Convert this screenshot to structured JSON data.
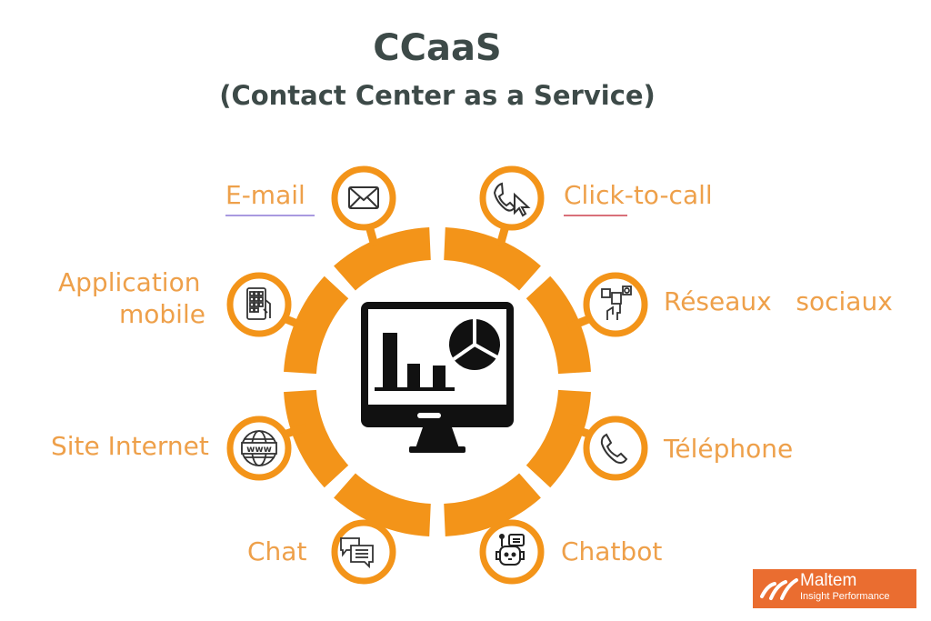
{
  "header": {
    "title": "CCaaS",
    "subtitle": "(Contact Center as a Service)"
  },
  "colors": {
    "ring": "#f39419",
    "label": "#eea04a",
    "title": "#3d4a48",
    "icon": "#333333",
    "email_underline": "#a99ae0",
    "click_underline": "#d9707a",
    "logo_bg": "#ea6d30"
  },
  "center": {
    "icon": "monitor-analytics-icon"
  },
  "channels": [
    {
      "id": "email",
      "label": "E-mail",
      "icon": "envelope-icon"
    },
    {
      "id": "click-to-call",
      "label": "Click-to-call",
      "icon": "phone-cursor-icon"
    },
    {
      "id": "mobile-app",
      "label_line1": "Application",
      "label_line2": "mobile",
      "icon": "smartphone-hand-icon"
    },
    {
      "id": "social",
      "label": "Réseaux   sociaux",
      "icon": "social-media-icon"
    },
    {
      "id": "website",
      "label": "Site Internet",
      "icon": "globe-www-icon"
    },
    {
      "id": "phone",
      "label": "Téléphone",
      "icon": "phone-icon"
    },
    {
      "id": "chat",
      "label": "Chat",
      "icon": "chat-bubbles-icon"
    },
    {
      "id": "chatbot",
      "label": "Chatbot",
      "icon": "robot-icon"
    }
  ],
  "logo": {
    "name": "Maltem",
    "tagline": "Insight Performance"
  }
}
